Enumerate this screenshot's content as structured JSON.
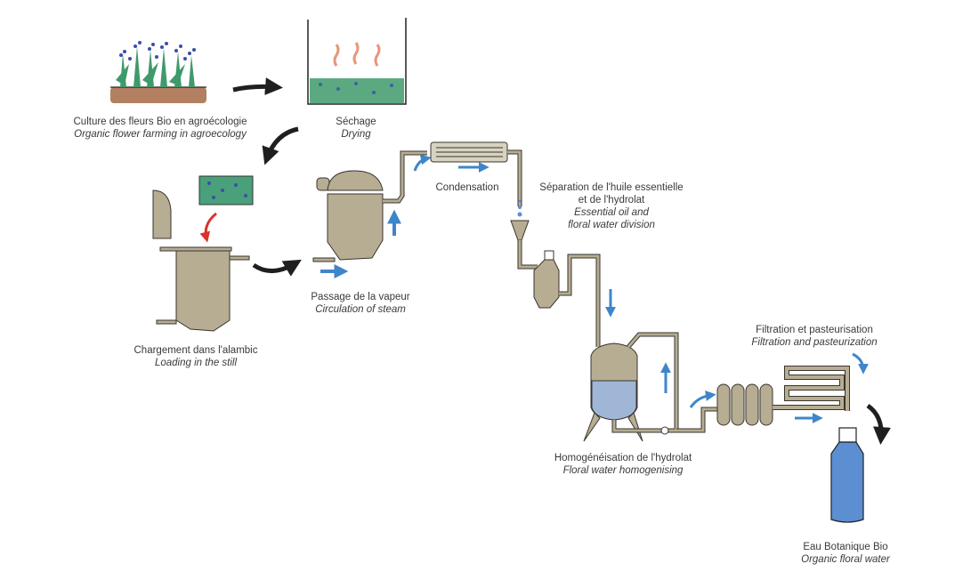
{
  "title": "Organic floral water production process",
  "colors": {
    "metal": "#b6ad92",
    "metal_stroke": "#3a3530",
    "steam_arrow": "#3f86c9",
    "process_arrow": "#1f1f1f",
    "loading_arrow": "#d9342b",
    "heat": "#e9967a",
    "foliage": "#3f9a6b",
    "flower": "#3b4fa8",
    "soil": "#a56a44",
    "liquid": "#9fb6d6",
    "bottle": "#5b8fd1"
  },
  "steps": [
    {
      "id": "farming",
      "fr": "Culture des fleurs Bio en agroécologie",
      "en": "Organic flower farming in agroecology"
    },
    {
      "id": "drying",
      "fr": "Séchage",
      "en": "Drying"
    },
    {
      "id": "loading",
      "fr": "Chargement dans l'alambic",
      "en": "Loading in the still"
    },
    {
      "id": "steam",
      "fr": "Passage de la vapeur",
      "en": "Circulation of steam"
    },
    {
      "id": "condensation",
      "fr": "Condensation",
      "en": ""
    },
    {
      "id": "separation",
      "fr": "Séparation de l'huile essentielle",
      "fr2": "et de l'hydrolat",
      "en": "Essential oil and",
      "en2": "floral water division"
    },
    {
      "id": "filtration",
      "fr": "Filtration et pasteurisation",
      "en": "Filtration and pasteurization"
    },
    {
      "id": "homogenising",
      "fr": "Homogénéisation de l'hydrolat",
      "en": "Floral water homogenising"
    },
    {
      "id": "product",
      "fr": "Eau Botanique Bio",
      "en": "Organic floral water"
    }
  ]
}
